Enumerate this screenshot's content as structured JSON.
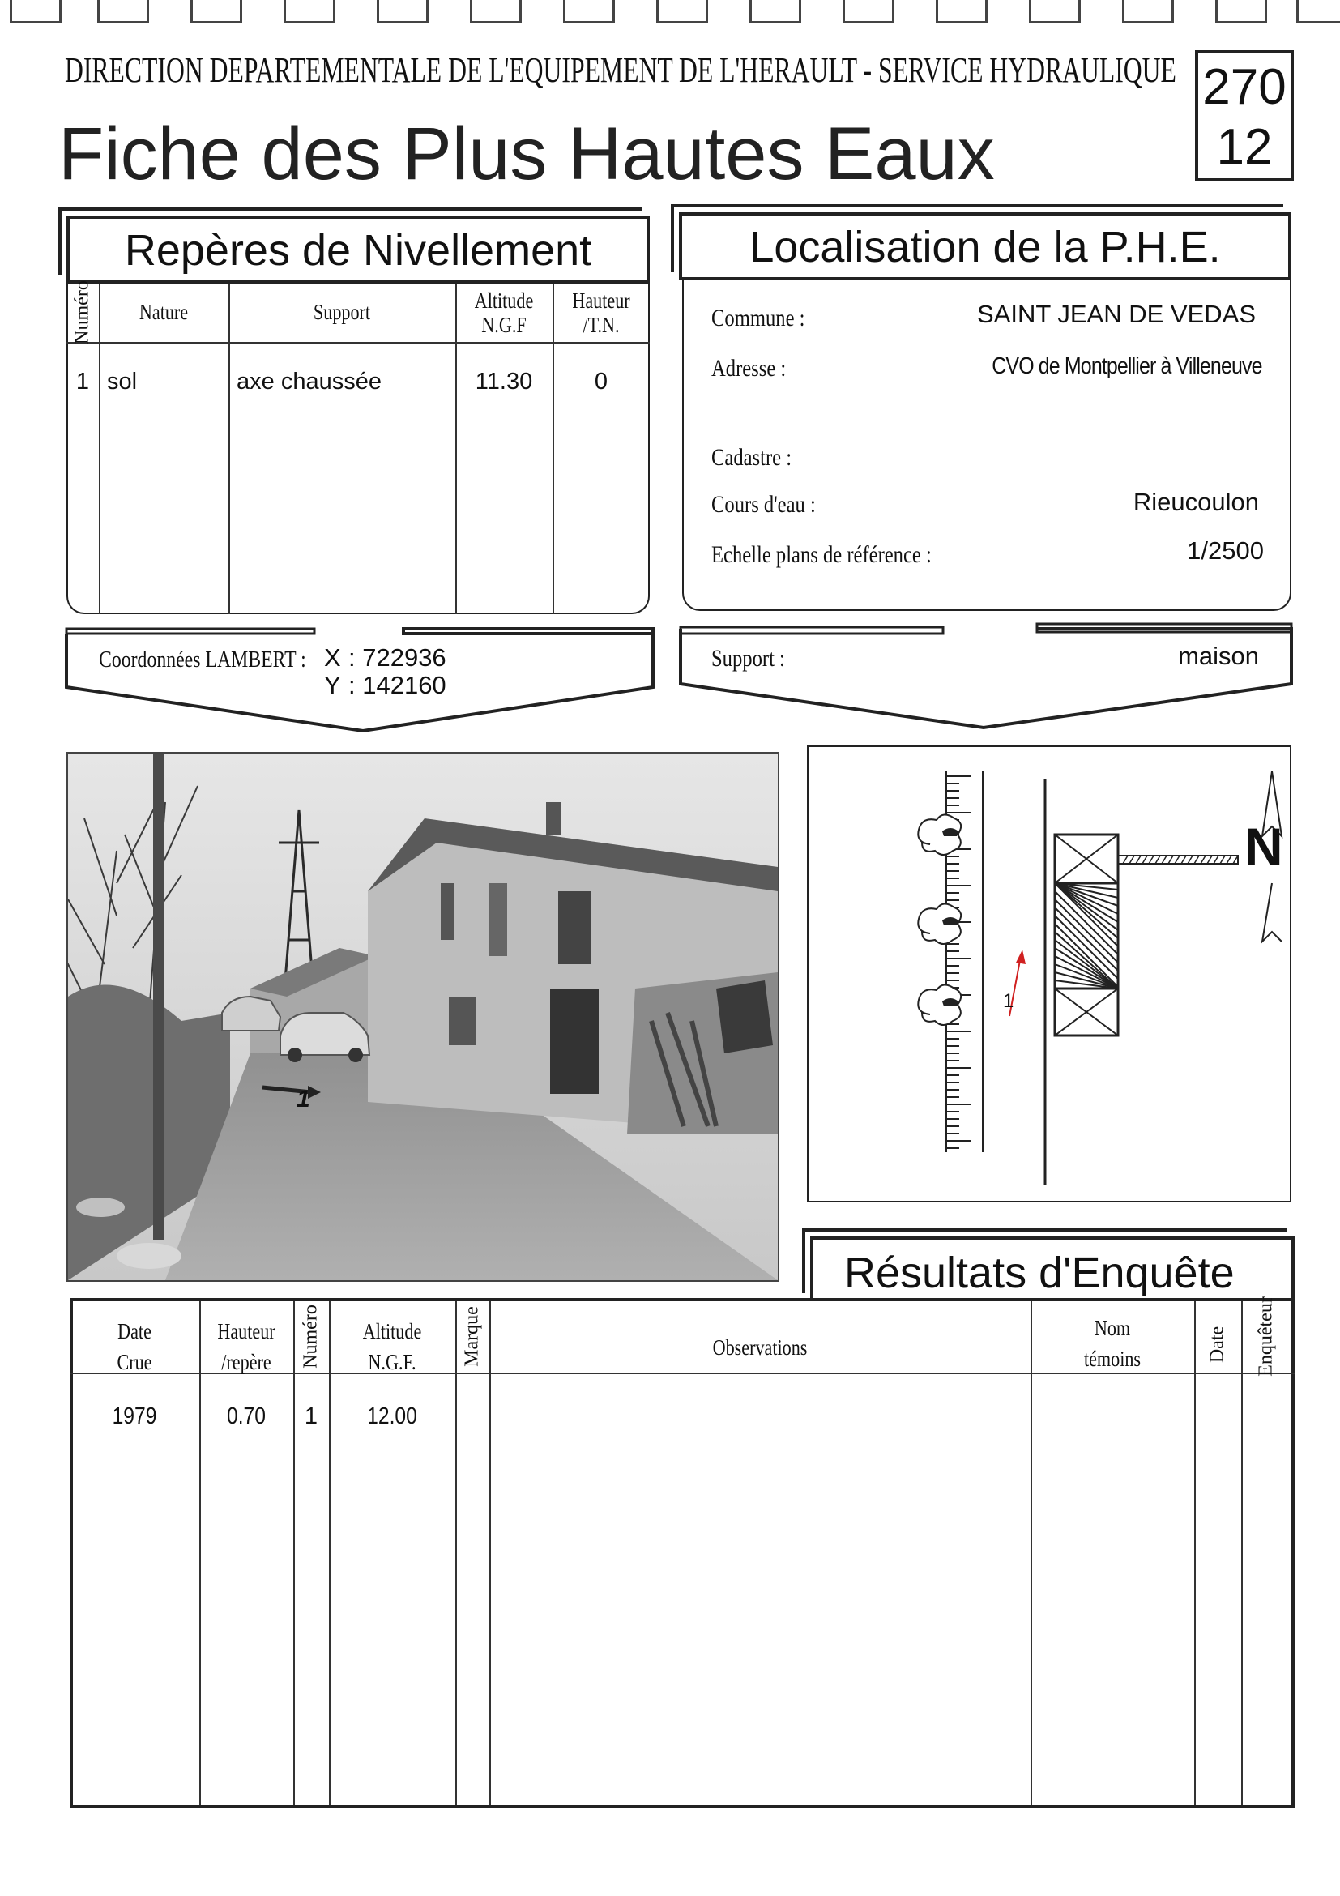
{
  "header": {
    "agency": "DIRECTION DEPARTEMENTALE DE L'EQUIPEMENT DE L'HERAULT - SERVICE HYDRAULIQUE",
    "title": "Fiche des Plus Hautes Eaux",
    "ref_top": "270",
    "ref_bottom": "12"
  },
  "reperes": {
    "title": "Repères de Nivellement",
    "col_numero": "Numéro",
    "col_nature": "Nature",
    "col_support": "Support",
    "col_altitude_1": "Altitude",
    "col_altitude_2": "N.G.F",
    "col_hauteur_1": "Hauteur",
    "col_hauteur_2": "/T.N.",
    "rows": [
      {
        "numero": "1",
        "nature": "sol",
        "support": "axe chaussée",
        "altitude": "11.30",
        "hauteur": "0"
      }
    ],
    "lambert_label": "Coordonnées LAMBERT :",
    "x_label": "X",
    "x_value": ": 722936",
    "y_label": "Y",
    "y_value": ": 142160"
  },
  "localisation": {
    "title": "Localisation de la P.H.E.",
    "commune_label": "Commune :",
    "commune_value": "SAINT JEAN DE VEDAS",
    "adresse_label": "Adresse :",
    "adresse_value": "CVO de Montpellier à Villeneuve",
    "cadastre_label": "Cadastre :",
    "cours_label": "Cours d'eau :",
    "cours_value": "Rieucoulon",
    "echelle_label": "Echelle plans de référence :",
    "echelle_value": "1/2500",
    "support_label": "Support :",
    "support_value": "maison"
  },
  "photo": {
    "marker_label": "1"
  },
  "plan": {
    "north_label": "N",
    "marker_label": "1"
  },
  "resultats": {
    "title": "Résultats d'Enquête",
    "col_date_1": "Date",
    "col_date_2": "Crue",
    "col_hauteur_1": "Hauteur",
    "col_hauteur_2": "/repère",
    "col_numero": "Numéro",
    "col_altitude_1": "Altitude",
    "col_altitude_2": "N.G.F.",
    "col_marque": "Marque",
    "col_observations": "Observations",
    "col_nom_1": "Nom",
    "col_nom_2": "témoins",
    "col_date_enq": "Date",
    "col_enqueteur": "Enquêteur",
    "rows": [
      {
        "date": "1979",
        "hauteur": "0.70",
        "numero": "1",
        "altitude": "12.00"
      }
    ]
  }
}
